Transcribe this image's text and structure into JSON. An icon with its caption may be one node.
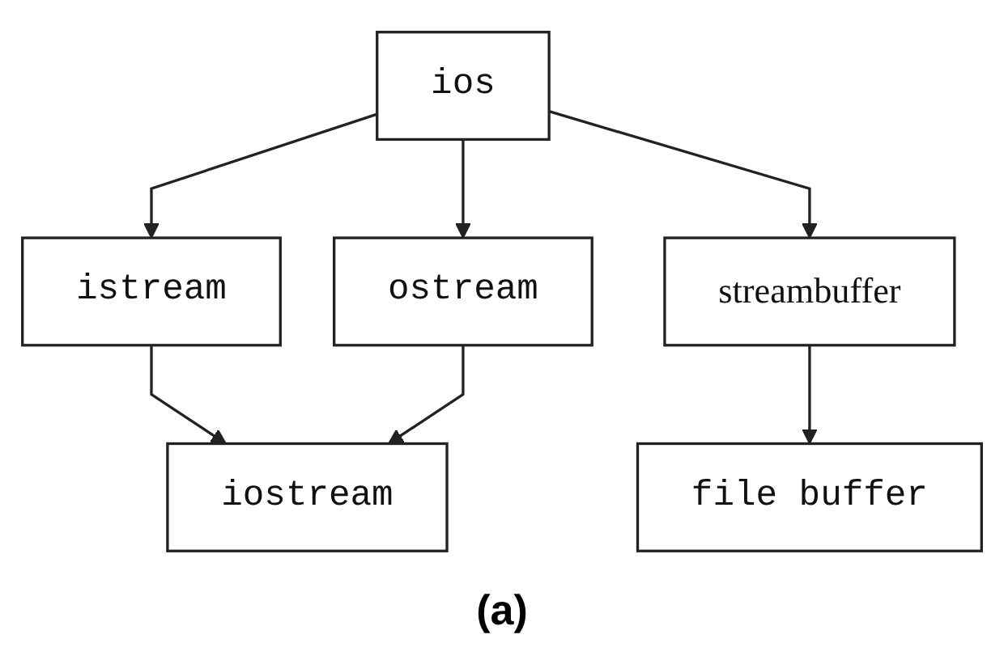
{
  "diagram": {
    "caption": "(a)",
    "nodes": [
      {
        "text": [
          "ios"
        ]
      },
      {
        "text": [
          "istream"
        ]
      },
      {
        "text": [
          "ostream"
        ]
      },
      {
        "text": [
          "streambuffer"
        ]
      },
      {
        "text": [
          "iostream"
        ]
      },
      {
        "text": [
          "file buffer"
        ]
      }
    ],
    "edges": [
      {
        "from": 0,
        "to": 1,
        "arrow": "to"
      },
      {
        "from": 0,
        "to": 2,
        "arrow": "to"
      },
      {
        "from": 0,
        "to": 3,
        "arrow": "to"
      },
      {
        "from": 1,
        "to": 4,
        "arrow": "to"
      },
      {
        "from": 2,
        "to": 4,
        "arrow": "to"
      },
      {
        "from": 3,
        "to": 5,
        "arrow": "to"
      }
    ]
  }
}
